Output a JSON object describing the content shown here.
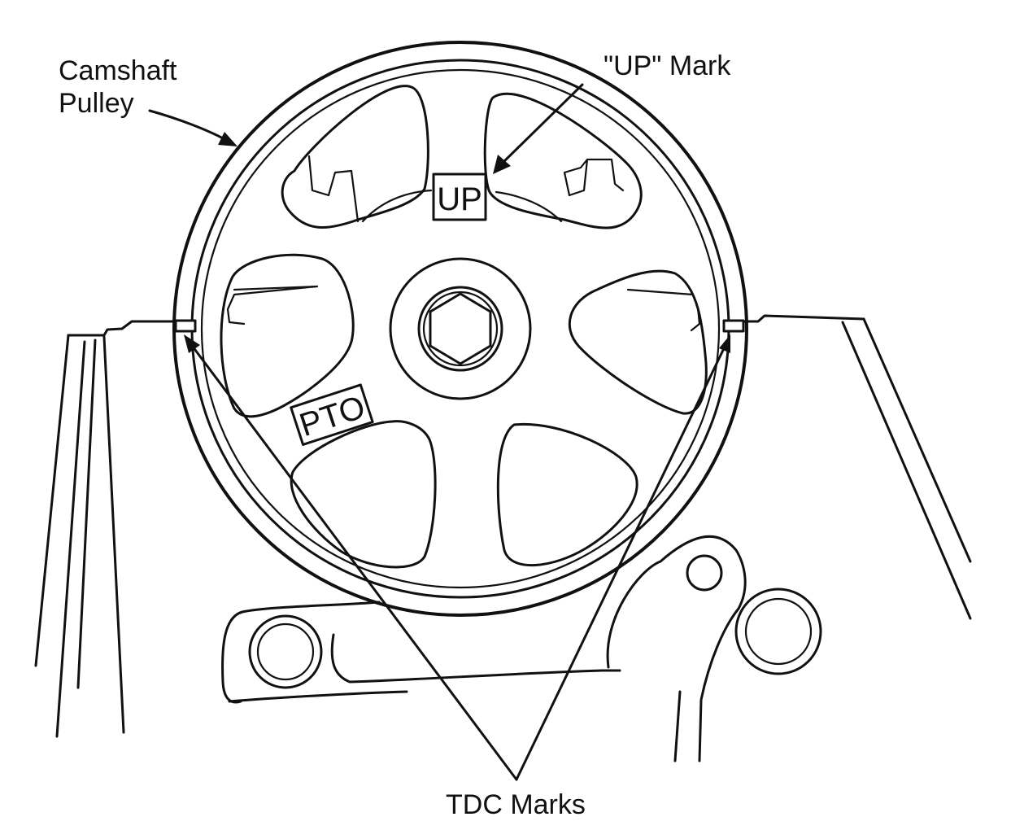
{
  "diagram": {
    "labels": {
      "camshaft_pulley_line1": "Camshaft",
      "camshaft_pulley_line2": "Pulley",
      "up_mark": "\"UP\" Mark",
      "tdc_marks": "TDC Marks"
    },
    "pulley_markings": {
      "up": "UP",
      "pto": "PTO"
    }
  }
}
